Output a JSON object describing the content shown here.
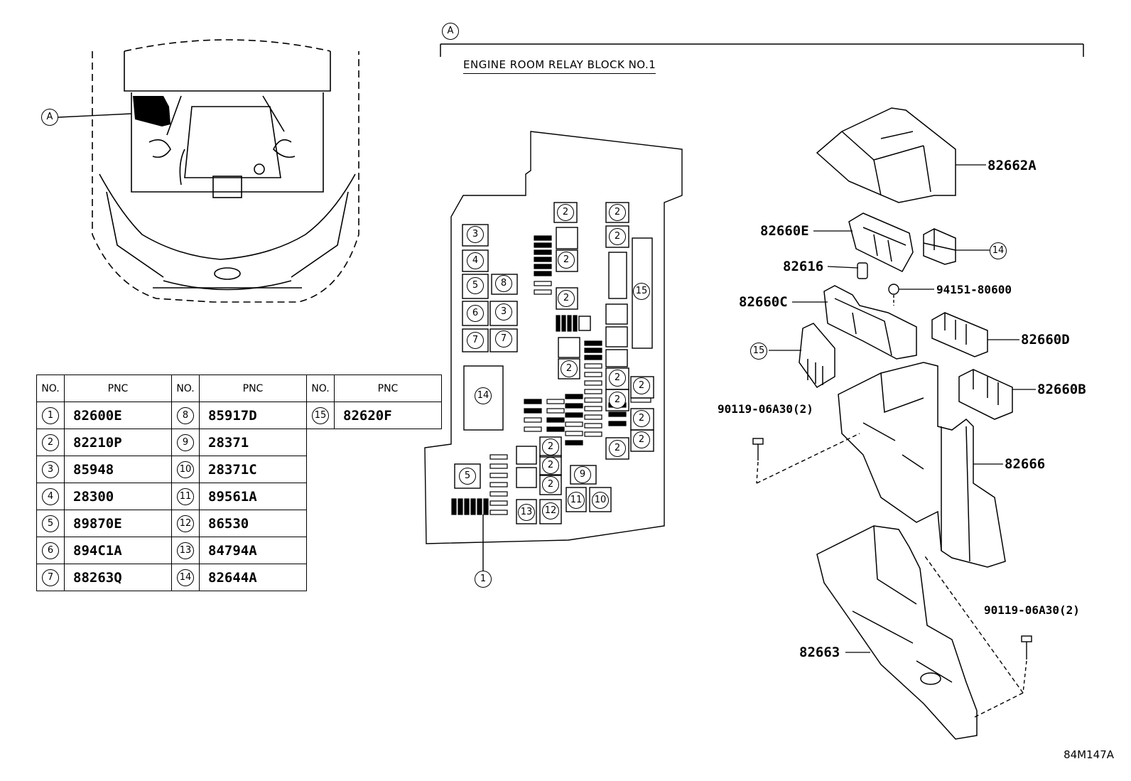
{
  "section_marker": "A",
  "title": "ENGINE ROOM RELAY BLOCK NO.1",
  "drawing_code": "84M147A",
  "locator_marker": "A",
  "table": {
    "header_no": "NO.",
    "header_pnc": "PNC",
    "columns": [
      [
        {
          "no": "1",
          "pnc": "82600E"
        },
        {
          "no": "2",
          "pnc": "82210P"
        },
        {
          "no": "3",
          "pnc": "85948"
        },
        {
          "no": "4",
          "pnc": "28300"
        },
        {
          "no": "5",
          "pnc": "89870E"
        },
        {
          "no": "6",
          "pnc": "894C1A"
        },
        {
          "no": "7",
          "pnc": "88263Q"
        }
      ],
      [
        {
          "no": "8",
          "pnc": "85917D"
        },
        {
          "no": "9",
          "pnc": "28371"
        },
        {
          "no": "10",
          "pnc": "28371C"
        },
        {
          "no": "11",
          "pnc": "89561A"
        },
        {
          "no": "12",
          "pnc": "86530"
        },
        {
          "no": "13",
          "pnc": "84794A"
        },
        {
          "no": "14",
          "pnc": "82644A"
        }
      ],
      [
        {
          "no": "15",
          "pnc": "82620F"
        }
      ]
    ]
  },
  "relay_block_callouts": {
    "c3a": "3",
    "c4": "4",
    "c5a": "5",
    "c8": "8",
    "c6": "6",
    "c3b": "3",
    "c7a": "7",
    "c7b": "7",
    "c14": "14",
    "c5b": "5",
    "c9": "9",
    "c13": "13",
    "c12": "12",
    "c11": "11",
    "c10": "10",
    "c15": "15",
    "c1": "1",
    "c2": "2"
  },
  "parts": {
    "p82662A": "82662A",
    "p82660E": "82660E",
    "p14": "14",
    "p82616": "82616",
    "p94151": "94151-80600",
    "p82660C": "82660C",
    "p82660D": "82660D",
    "p15": "15",
    "p82660B": "82660B",
    "p90119a": "90119-06A30(2)",
    "p82666": "82666",
    "p90119b": "90119-06A30(2)",
    "p82663": "82663"
  }
}
